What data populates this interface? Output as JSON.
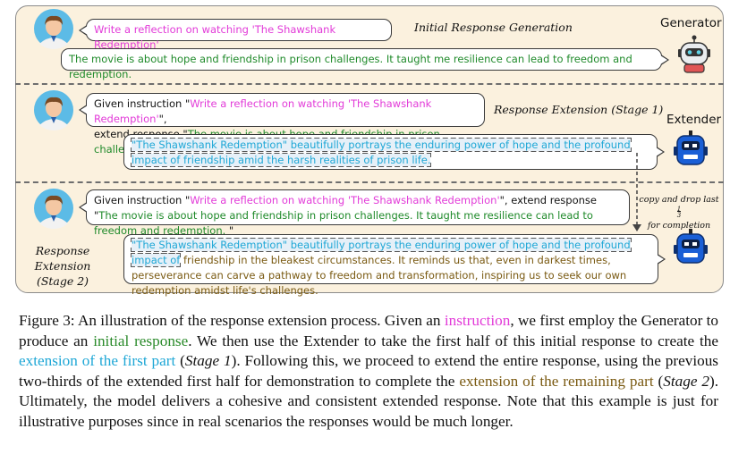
{
  "row1": {
    "instruction": "Write a reflection on watching 'The Shawshank Redemption'",
    "stage_label": "Initial Response Generation",
    "role_label": "Generator",
    "response": "The movie is about hope and friendship in prison challenges. It taught me resilience can lead to freedom and redemption."
  },
  "row2": {
    "prefix_given": "Given instruction \"",
    "instruction": "Write a reflection on watching 'The Shawshank Redemption'",
    "mid": "\",",
    "prefix_extend": "extend response \"",
    "partial_response": "The movie is about hope and friendship in prison challenges.",
    "close_quote": "\"",
    "stage_label": "Response Extension (Stage 1)",
    "role_label": "Extender",
    "extension": "\"The Shawshank Redemption\" beautifully portrays the enduring power of hope and the profound impact of friendship amid the harsh realities of prison life."
  },
  "row3": {
    "prefix_given": "Given instruction \"",
    "instruction": "Write a reflection on watching 'The Shawshank Redemption'",
    "mid": "\", extend response \"",
    "full_response": "The movie is about hope and friendship in prison challenges. It taught me resilience can lead to freedom and redemption.",
    "close_quote": " \"",
    "stage_label_line1": "Response Extension",
    "stage_label_line2": "(Stage 2)",
    "highlight_part": "\"The Shawshank Redemption\" beautifully portrays the enduring power of hope and the profound impact of",
    "continuation": "friendship in the bleakest circumstances. It reminds us that, even in darkest times, perseverance can carve a pathway to freedom and transformation, inspiring us to seek our own redemption amidst life's challenges."
  },
  "note": {
    "line1": "copy and drop last",
    "fraction_num": "1",
    "fraction_den": "3",
    "line2": "for completion"
  },
  "caption": {
    "p1": "Figure 3: An illustration of the response extension process. Given an ",
    "instruction_word": "instruction",
    "p2": ", we first employ the Generator to produce an ",
    "initial_response": "initial response",
    "p3": ". We then use the Extender to take the first half of this initial response to create the ",
    "ext_first": "extension of the first part",
    "p4": " (",
    "stage1": "Stage 1",
    "p5": "). Following this, we proceed to extend the entire response, using the previous two-thirds of the extended first half for demonstration to complete the ",
    "ext_remaining": "extension of the remaining part",
    "p6": " (",
    "stage2": "Stage 2",
    "p7": "). Ultimately, the model delivers a cohesive and consistent extended response. Note that this example is just for illustrative purposes since in real scenarios the responses would be much longer."
  },
  "colors": {
    "panel_bg": "#fbf1de",
    "instruction": "#e23ad8",
    "response": "#1f8a2a",
    "extension": "#1ea7d6",
    "continuation": "#7a5a12",
    "extender_robot": "#1a5fd6"
  },
  "icons": [
    "person-avatar-icon",
    "generator-robot-icon",
    "extender-robot-icon",
    "dashed-arrow-icon"
  ]
}
